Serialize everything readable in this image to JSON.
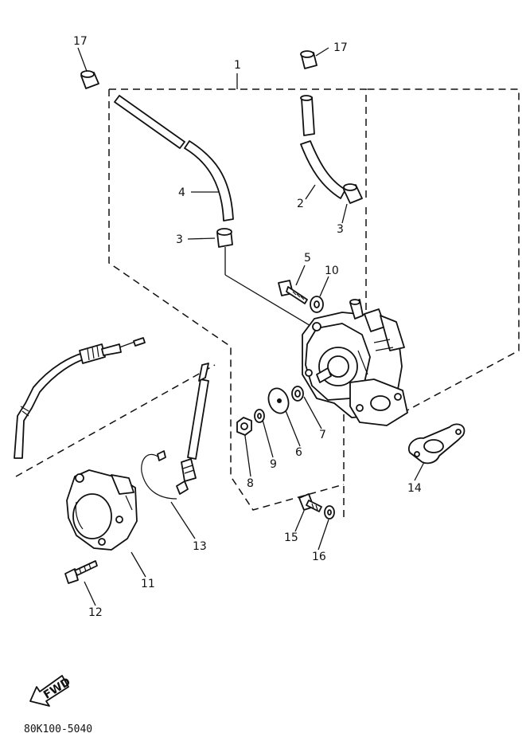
{
  "callouts": {
    "c1": "1",
    "c2": "2",
    "c3a": "3",
    "c3b": "3",
    "c4": "4",
    "c5": "5",
    "c6": "6",
    "c7": "7",
    "c8": "8",
    "c9": "9",
    "c10": "10",
    "c11": "11",
    "c12": "12",
    "c13": "13",
    "c14": "14",
    "c15": "15",
    "c16": "16",
    "c17a": "17",
    "c17b": "17"
  },
  "fwd_label": "FWD",
  "diagram_code": "80K100-5040"
}
